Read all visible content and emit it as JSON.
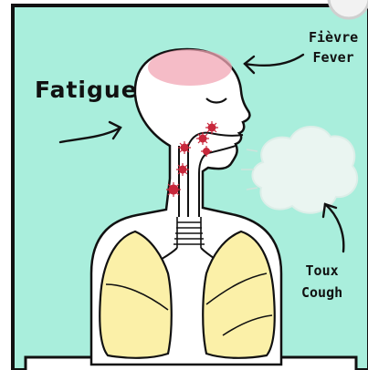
{
  "labels": {
    "fatigue": "Fatigue",
    "fever_fr": "Fièvre",
    "fever_en": "Fever",
    "cough_fr": "Toux",
    "cough_en": "Cough"
  },
  "colors": {
    "background": "#a9eedc",
    "skin": "#ffffff",
    "fever_flush": "#f2a6b4",
    "lungs": "#fbf0a8",
    "virus": "#c8283c",
    "outline": "#111111",
    "cough_cloud": "#eef6f3"
  },
  "icons": [
    "virus-icon",
    "arrow-icon",
    "cough-cloud-icon"
  ]
}
